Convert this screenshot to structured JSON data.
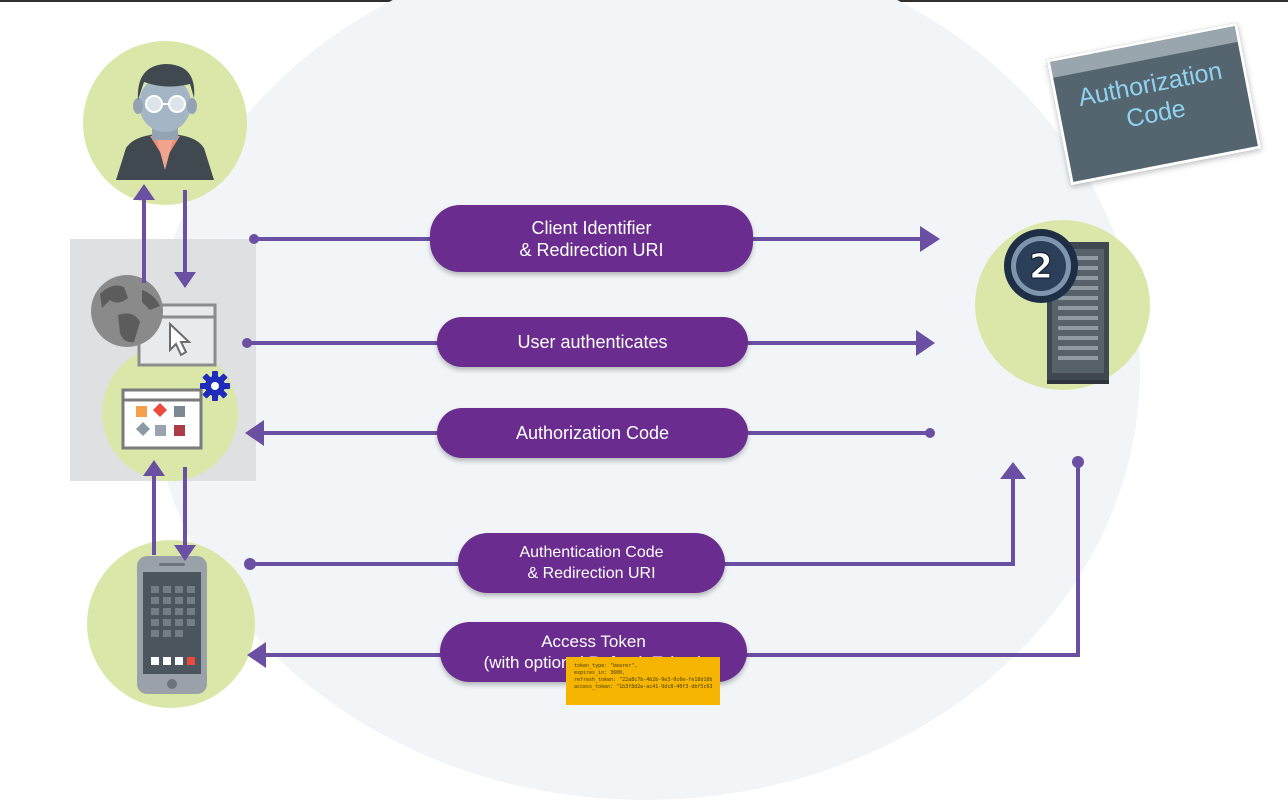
{
  "card": {
    "line1": "Authorization",
    "line2": "Code"
  },
  "steps": [
    {
      "line1": "Client Identifier",
      "line2": "& Redirection URI"
    },
    {
      "line1": "User authenticates",
      "line2": ""
    },
    {
      "line1": "Authorization Code",
      "line2": ""
    },
    {
      "line1": "Authentication Code",
      "line2": "& Redirection URI"
    },
    {
      "line1": "Access Token",
      "line2": "(with optional Refresh Token)"
    }
  ],
  "token_note": {
    "l1": "token_type: \"bearer\",",
    "l2": "expires_in: 3600,",
    "l3": "refresh_token: \"22a8c7b-4b2b-9e3-0c6e-fe18d10b\",",
    "l4": "access_token: \"1b3f8d2e-ac41-9dc8-40f3-dbf5c63\""
  },
  "colors": {
    "arrow": "#6a4fa3",
    "pill": "#6a2c8e",
    "circle": "#dbe7a9",
    "card": "#556570",
    "card_text": "#8fd3f0"
  },
  "icons": [
    "user-avatar-icon",
    "globe-icon",
    "browser-window-icon",
    "cursor-icon",
    "gear-icon",
    "web-app-icon",
    "mobile-phone-icon",
    "oauth2-badge-icon",
    "server-rack-icon"
  ]
}
